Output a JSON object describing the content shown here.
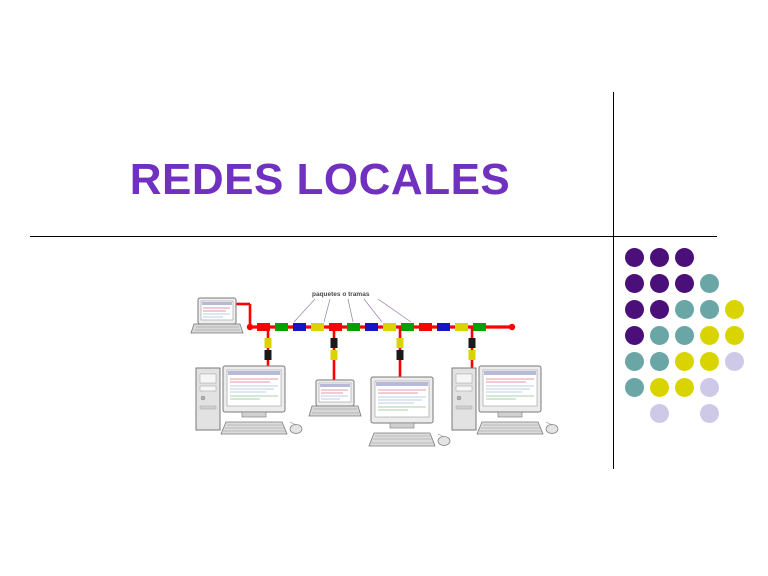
{
  "slide": {
    "title": "REDES LOCALES",
    "title_color": "#7030c0",
    "background": "#ffffff"
  },
  "decor": {
    "vertical_rule": true,
    "horizontal_rule": true,
    "rule_color": "#000000"
  },
  "dot_grid": {
    "colors": {
      "purple": "#4b0f7a",
      "teal": "#6aa6a6",
      "yellow": "#d9d400",
      "lavender": "#cfc9e8"
    },
    "rows": [
      [
        "purple",
        "purple",
        "purple",
        "none",
        "none"
      ],
      [
        "purple",
        "purple",
        "purple",
        "teal",
        "none"
      ],
      [
        "purple",
        "purple",
        "teal",
        "teal",
        "yellow"
      ],
      [
        "purple",
        "teal",
        "teal",
        "yellow",
        "yellow"
      ],
      [
        "teal",
        "teal",
        "yellow",
        "yellow",
        "lavender"
      ],
      [
        "teal",
        "yellow",
        "yellow",
        "lavender",
        "none"
      ],
      [
        "none",
        "lavender",
        "none",
        "lavender",
        "none"
      ]
    ]
  },
  "diagram": {
    "caption": "paquetes o tramas",
    "bus_color": "#ff0000",
    "packet_colors": [
      "#ff0000",
      "#00a000",
      "#1515c8",
      "#d9d400",
      "#ff0000",
      "#00a000",
      "#1515c8",
      "#d9d400",
      "#00a000",
      "#ff0000",
      "#1515c8",
      "#d9d400",
      "#00a000"
    ],
    "drop_packets": [
      {
        "color_a": "#d9d400",
        "color_b": "#1a1a1a"
      },
      {
        "color_a": "#1a1a1a",
        "color_b": "#d9d400"
      },
      {
        "color_a": "#d9d400",
        "color_b": "#1a1a1a"
      },
      {
        "color_a": "#1a1a1a",
        "color_b": "#d9d400"
      }
    ],
    "nodes": [
      {
        "type": "laptop",
        "position": "top-left"
      },
      {
        "type": "desktop-tower",
        "position": "bottom-left"
      },
      {
        "type": "laptop",
        "position": "bottom-center-left"
      },
      {
        "type": "desktop",
        "position": "bottom-center-right"
      },
      {
        "type": "desktop-tower",
        "position": "bottom-right"
      }
    ]
  }
}
